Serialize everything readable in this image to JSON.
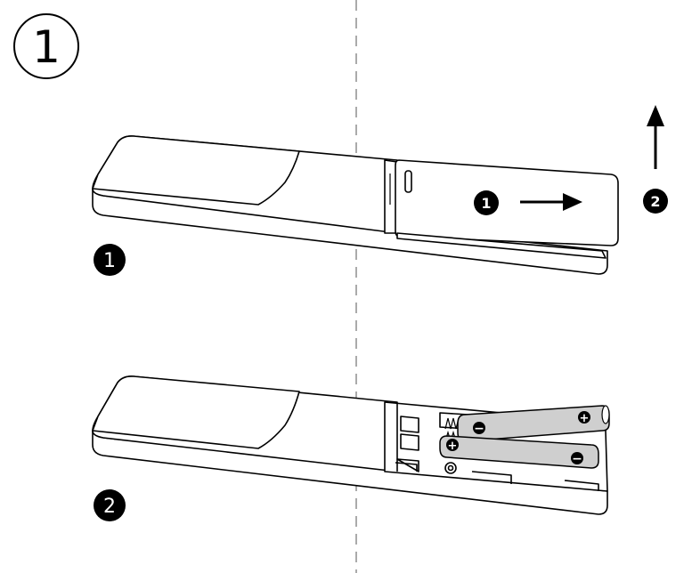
{
  "step": {
    "number": "1"
  },
  "markers": {
    "top": "1",
    "bottom": "2",
    "slide": "1",
    "lift": "2"
  },
  "battery": {
    "plus": "+",
    "minus": "−"
  },
  "colors": {
    "ink": "#000000",
    "battery_fill": "#cfcfcf",
    "background": "#ffffff"
  },
  "icons": {
    "slide_arrow": "arrow-right-icon",
    "lift_arrow": "arrow-up-icon"
  }
}
